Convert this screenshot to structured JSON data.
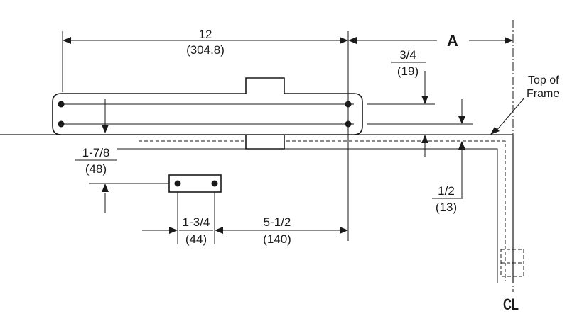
{
  "dimensions": {
    "overall_length": {
      "fraction": "12",
      "metric": "(304.8)"
    },
    "dim_a": {
      "label": "A"
    },
    "offset_top": {
      "fraction": "3/4",
      "metric": "(19)"
    },
    "plate_drop": {
      "fraction": "1-7/8",
      "metric": "(48)"
    },
    "frame_gap": {
      "fraction": "1/2",
      "metric": "(13)"
    },
    "bracket_width": {
      "fraction": "1-3/4",
      "metric": "(44)"
    },
    "bracket_offset": {
      "fraction": "5-1/2",
      "metric": "(140)"
    }
  },
  "notes": {
    "top_of_frame_line1": "Top of",
    "top_of_frame_line2": "Frame",
    "centerline_symbol": "CL"
  }
}
